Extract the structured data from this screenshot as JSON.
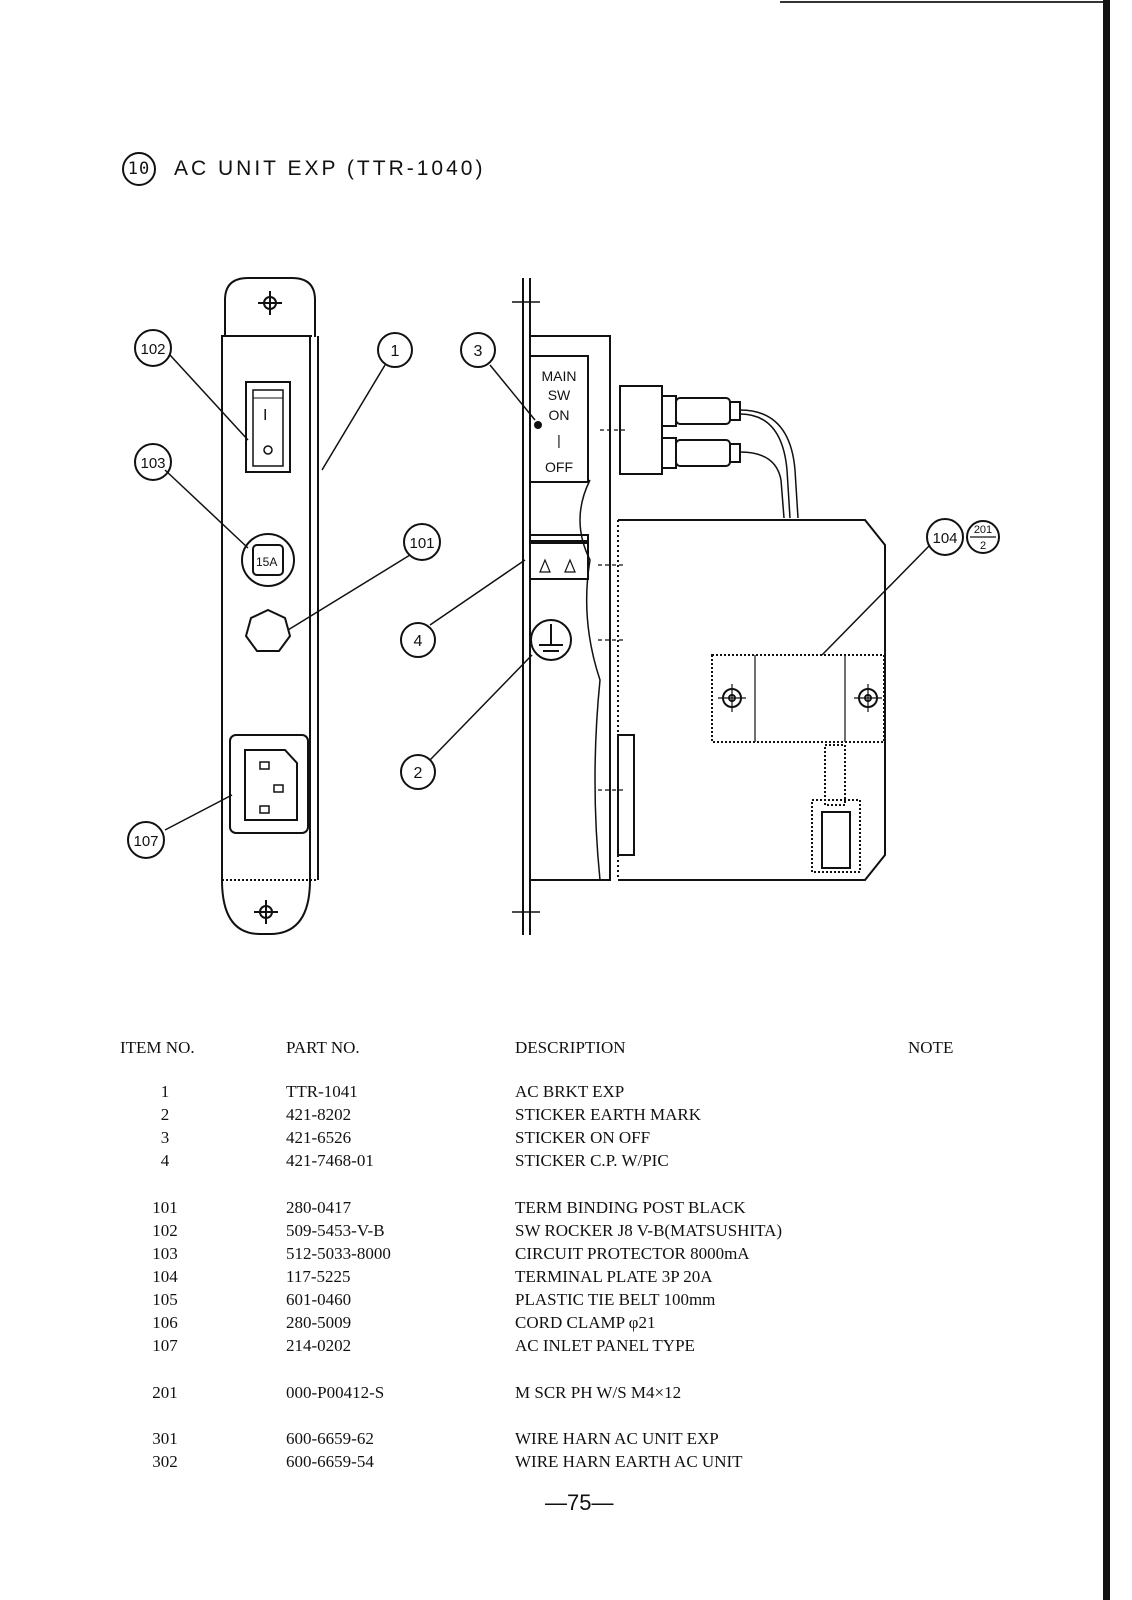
{
  "title": {
    "number": "10",
    "text": "AC UNIT EXP (TTR-1040)"
  },
  "front_panel": {
    "switch_on_mark": "I",
    "switch_off_mark": "O",
    "protector_label": "15A"
  },
  "side_panel": {
    "sticker_text": [
      "MAIN",
      "SW",
      "ON",
      "|",
      "OFF"
    ]
  },
  "callouts": {
    "c1": "1",
    "c2": "2",
    "c3": "3",
    "c4": "4",
    "c101": "101",
    "c102": "102",
    "c103": "103",
    "c104": "104",
    "c107": "107",
    "c201_top": "201",
    "c201_bottom": "2"
  },
  "table": {
    "headers": {
      "item": "ITEM NO.",
      "part": "PART NO.",
      "desc": "DESCRIPTION",
      "note": "NOTE"
    },
    "rows": [
      {
        "item": "1",
        "part": "TTR-1041",
        "desc": "AC BRKT EXP"
      },
      {
        "item": "2",
        "part": "421-8202",
        "desc": "STICKER EARTH MARK"
      },
      {
        "item": "3",
        "part": "421-6526",
        "desc": "STICKER ON OFF"
      },
      {
        "item": "4",
        "part": "421-7468-01",
        "desc": "STICKER C.P. W/PIC"
      },
      {
        "item": "101",
        "part": "280-0417",
        "desc": "TERM BINDING POST BLACK"
      },
      {
        "item": "102",
        "part": "509-5453-V-B",
        "desc": "SW ROCKER J8 V-B(MATSUSHITA)"
      },
      {
        "item": "103",
        "part": "512-5033-8000",
        "desc": "CIRCUIT PROTECTOR 8000mA"
      },
      {
        "item": "104",
        "part": "117-5225",
        "desc": "TERMINAL PLATE 3P 20A"
      },
      {
        "item": "105",
        "part": "601-0460",
        "desc": "PLASTIC TIE BELT 100mm"
      },
      {
        "item": "106",
        "part": "280-5009",
        "desc": "CORD CLAMP φ21"
      },
      {
        "item": "107",
        "part": "214-0202",
        "desc": "AC INLET PANEL TYPE"
      },
      {
        "item": "201",
        "part": "000-P00412-S",
        "desc": "M SCR PH W/S M4×12"
      },
      {
        "item": "301",
        "part": "600-6659-62",
        "desc": "WIRE HARN AC UNIT EXP"
      },
      {
        "item": "302",
        "part": "600-6659-54",
        "desc": "WIRE HARN EARTH AC UNIT"
      }
    ]
  },
  "page_number": "—75—"
}
